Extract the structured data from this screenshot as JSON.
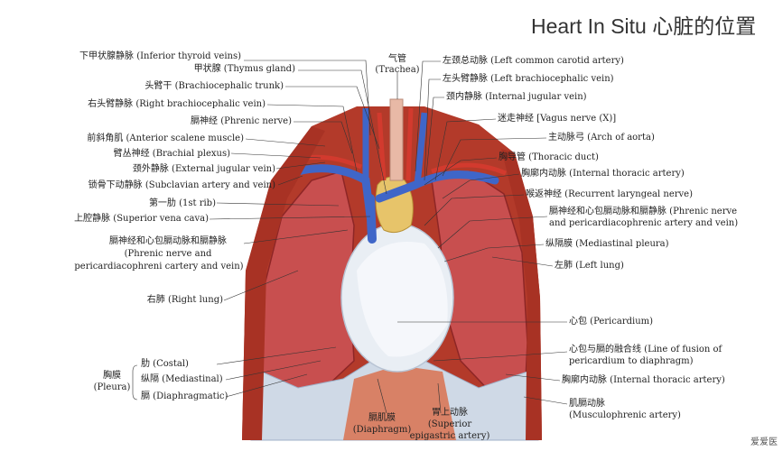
{
  "title": "Heart In Situ 心脏的位置",
  "labels": {
    "inferior_thyroid_veins": "下甲状腺静脉 (Inferior thyroid veins)",
    "thymus_gland": "甲状腺 (Thymus gland)",
    "brachiocephalic_trunk": "头臂干 (Brachiocephalic trunk)",
    "right_brachiocephalic_vein": "右头臂静脉 (Right brachiocephalic vein)",
    "phrenic_nerve": "膈神经 (Phrenic nerve)",
    "anterior_scalene": "前斜角肌 (Anterior scalene muscle)",
    "brachial_plexus": "臂丛神经 (Brachial plexus)",
    "external_jugular": "颈外静脉 (External jugular vein)",
    "subclavian": "锁骨下动静脉 (Subclavian artery and vein)",
    "first_rib": "第一肋 (1st rib)",
    "svc": "上腔静脉 (Superior vena cava)",
    "phrenic_pericardio_left": [
      "膈神经和心包膈动脉和膈静脉",
      "(Phrenic nerve and",
      "pericardiacophreni cartery and vein)"
    ],
    "right_lung": "右肺 (Right lung)",
    "pleura_group": [
      "胸膜",
      "(Pleura)"
    ],
    "costal": "肋 (Costal)",
    "mediastinal": "纵隔 (Mediastinal)",
    "diaphragmatic": "膈 (Diaphragmatic)",
    "trachea": [
      "气管",
      "(Trachea)"
    ],
    "left_common_carotid": "左颈总动脉 (Left common carotid artery)",
    "left_brachiocephalic_vein": "左头臂静脉 (Left brachiocephalic vein)",
    "internal_jugular": "颈内静脉 (Internal jugular vein)",
    "vagus": "迷走神经 [Vagus nerve (X)]",
    "aortic_arch": "主动脉弓 (Arch of aorta)",
    "thoracic_duct": "胸导管 (Thoracic duct)",
    "internal_thoracic_upper": "胸廓内动脉 (Internal thoracic artery)",
    "recurrent_laryngeal": "喉返神经 (Recurrent laryngeal nerve)",
    "phrenic_pericardio_right": [
      "膈神经和心包膈动脉和膈静脉 (Phrenic nerve",
      "and pericardiacophrenic artery and vein)"
    ],
    "mediastinal_pleura": "纵隔膜 (Mediastinal pleura)",
    "left_lung": "左肺 (Left lung)",
    "pericardium": "心包 (Pericardium)",
    "fusion_line": [
      "心包与膈的融合线 (Line of fusion of",
      "pericardium to diaphragm)"
    ],
    "internal_thoracic_lower": "胸廓内动脉 (Internal thoracic artery)",
    "musculophrenic": [
      "肌膈动脉",
      "(Musculophrenic artery)"
    ],
    "diaphragm": [
      "膈肌膜",
      "(Diaphragm)"
    ],
    "superior_epigastric": [
      "胃上动脉",
      "(Superior",
      "epigastric artery)"
    ]
  },
  "watermark": "爱爱医",
  "colors": {
    "lung": "#c84f4f",
    "lung_dark": "#8e2626",
    "pericardium": "#e9eef4",
    "vein": "#3f66c8",
    "artery": "#d23a2e",
    "thymus": "#e7c46a",
    "pleura": "#cfd9e6",
    "chest_wall": "#b33a2a",
    "muscle": "#d9714f"
  }
}
